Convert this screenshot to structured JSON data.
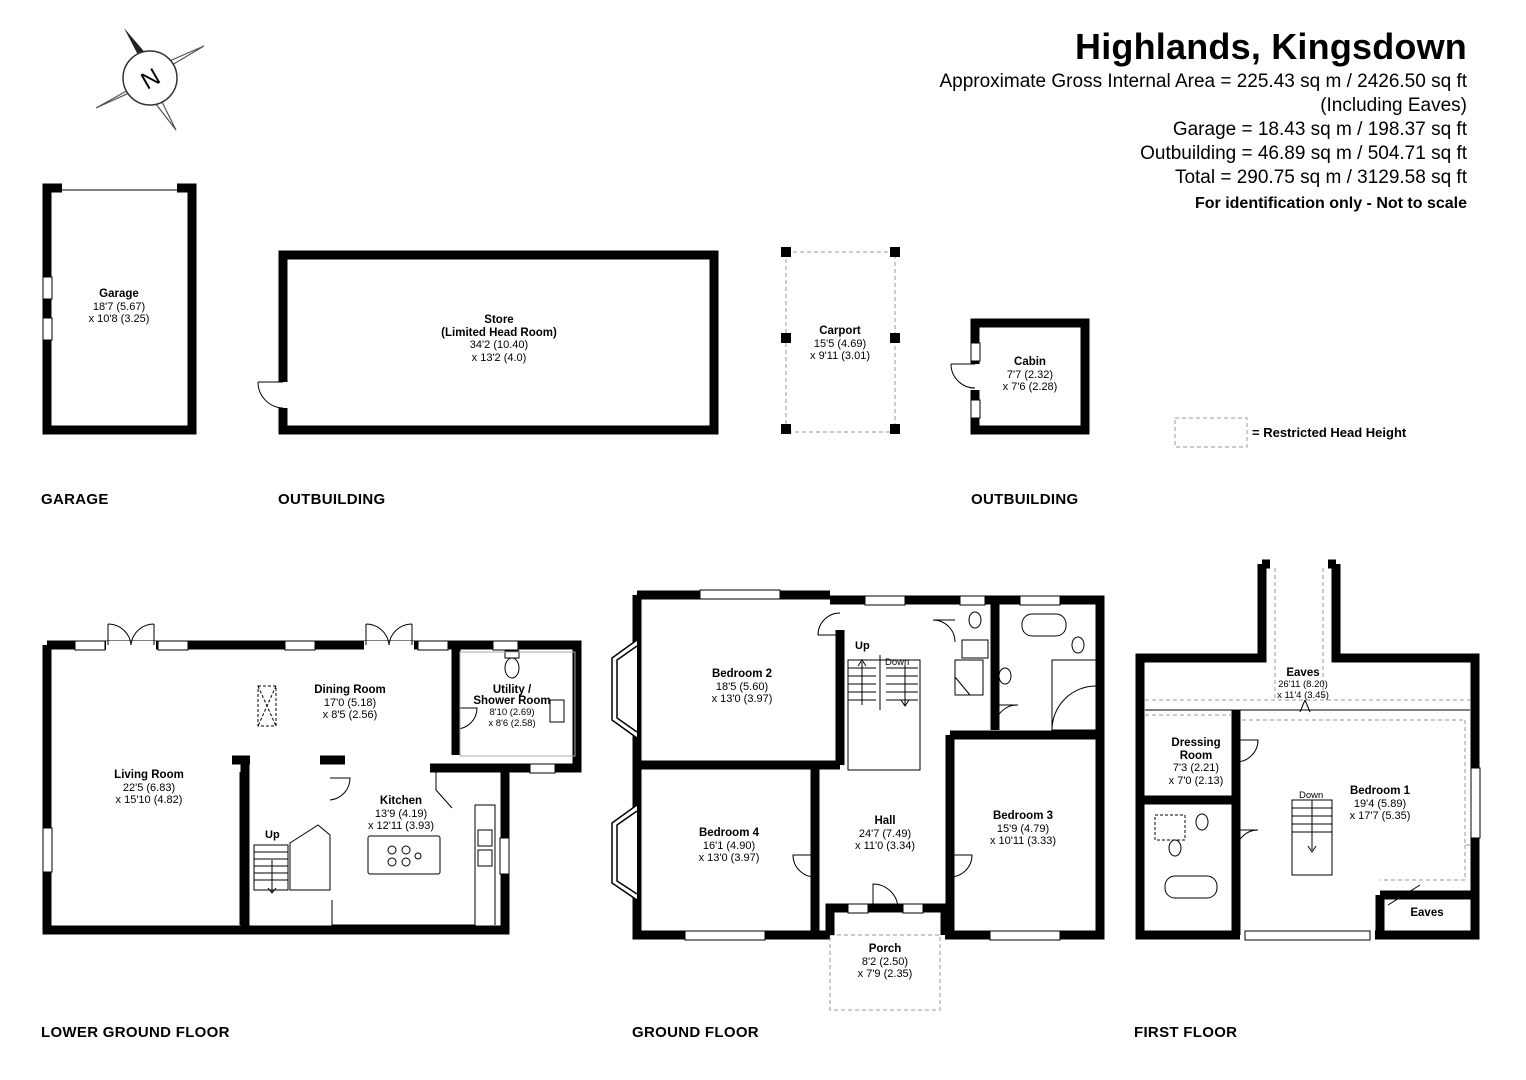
{
  "header": {
    "title": "Highlands, Kingsdown",
    "gross_area": "Approximate Gross Internal Area = 225.43 sq m / 2426.50 sq ft",
    "including_eaves": "(Including Eaves)",
    "garage_area": "Garage = 18.43 sq m / 198.37 sq ft",
    "outbuilding_area": "Outbuilding = 46.89 sq m / 504.71 sq ft",
    "total_area": "Total = 290.75 sq m / 3129.58 sq ft",
    "identification": "For identification only - Not to scale"
  },
  "compass": {
    "letter": "N"
  },
  "legend": {
    "restricted": "= Restricted Head Height"
  },
  "sections": {
    "garage": "GARAGE",
    "outbuilding_1": "OUTBUILDING",
    "outbuilding_2": "OUTBUILDING",
    "lower_ground": "LOWER GROUND FLOOR",
    "ground": "GROUND FLOOR",
    "first": "FIRST FLOOR"
  },
  "rooms": {
    "garage": {
      "name": "Garage",
      "dim1": "18'7 (5.67)",
      "dim2": "x 10'8 (3.25)"
    },
    "store": {
      "name": "Store",
      "name2": "(Limited Head Room)",
      "dim1": "34'2 (10.40)",
      "dim2": "x 13'2 (4.0)"
    },
    "carport": {
      "name": "Carport",
      "dim1": "15'5 (4.69)",
      "dim2": "x 9'11 (3.01)"
    },
    "cabin": {
      "name": "Cabin",
      "dim1": "7'7 (2.32)",
      "dim2": "x 7'6 (2.28)"
    },
    "living": {
      "name": "Living Room",
      "dim1": "22'5 (6.83)",
      "dim2": "x 15'10 (4.82)"
    },
    "dining": {
      "name": "Dining Room",
      "dim1": "17'0 (5.18)",
      "dim2": "x 8'5 (2.56)"
    },
    "utility": {
      "name": "Utility /",
      "name2": "Shower Room",
      "dim1": "8'10 (2.69)",
      "dim2": "x 8'6 (2.58)"
    },
    "kitchen": {
      "name": "Kitchen",
      "dim1": "13'9 (4.19)",
      "dim2": "x 12'11 (3.93)"
    },
    "bed2": {
      "name": "Bedroom 2",
      "dim1": "18'5 (5.60)",
      "dim2": "x 13'0 (3.97)"
    },
    "bed4": {
      "name": "Bedroom 4",
      "dim1": "16'1 (4.90)",
      "dim2": "x 13'0 (3.97)"
    },
    "hall": {
      "name": "Hall",
      "dim1": "24'7 (7.49)",
      "dim2": "x 11'0 (3.34)"
    },
    "bed3": {
      "name": "Bedroom 3",
      "dim1": "15'9 (4.79)",
      "dim2": "x 10'11 (3.33)"
    },
    "porch": {
      "name": "Porch",
      "dim1": "8'2 (2.50)",
      "dim2": "x 7'9 (2.35)"
    },
    "eaves": {
      "name": "Eaves",
      "dim1": "26'11 (8.20)",
      "dim2": "x 11'4 (3.45)"
    },
    "dressing": {
      "name": "Dressing",
      "name2": "Room",
      "dim1": "7'3 (2.21)",
      "dim2": "x 7'0 (2.13)"
    },
    "bed1": {
      "name": "Bedroom 1",
      "dim1": "19'4 (5.89)",
      "dim2": "x 17'7 (5.35)"
    },
    "eaves2": {
      "name": "Eaves"
    }
  },
  "stairs": {
    "lg_up": "Up",
    "g_up": "Up",
    "g_down": "Down",
    "f_down": "Down"
  }
}
